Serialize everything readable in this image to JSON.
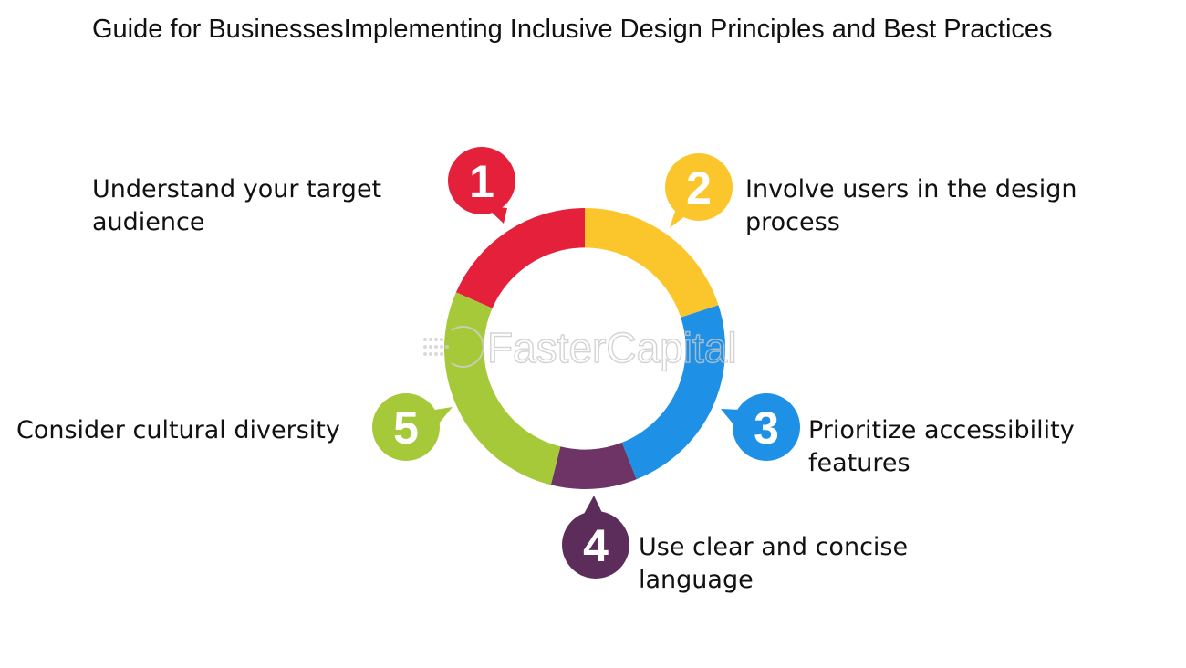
{
  "title": "Guide for BusinessesImplementing Inclusive Design Principles and Best Practices",
  "watermark": "FasterCapital",
  "steps": [
    {
      "number": "1",
      "label": "Understand your target audience",
      "color": "#e5203a"
    },
    {
      "number": "2",
      "label": "Involve users in the design process",
      "color": "#fbc62c"
    },
    {
      "number": "3",
      "label": "Prioritize accessibility features",
      "color": "#1e90e6"
    },
    {
      "number": "4",
      "label": "Use clear and concise language",
      "color": "#6e3466"
    },
    {
      "number": "5",
      "label": "Consider cultural diversity",
      "color": "#a6c93a"
    }
  ],
  "colors": {
    "marker_4": "#5c2d5a",
    "background": "#ffffff",
    "text": "#111111"
  }
}
